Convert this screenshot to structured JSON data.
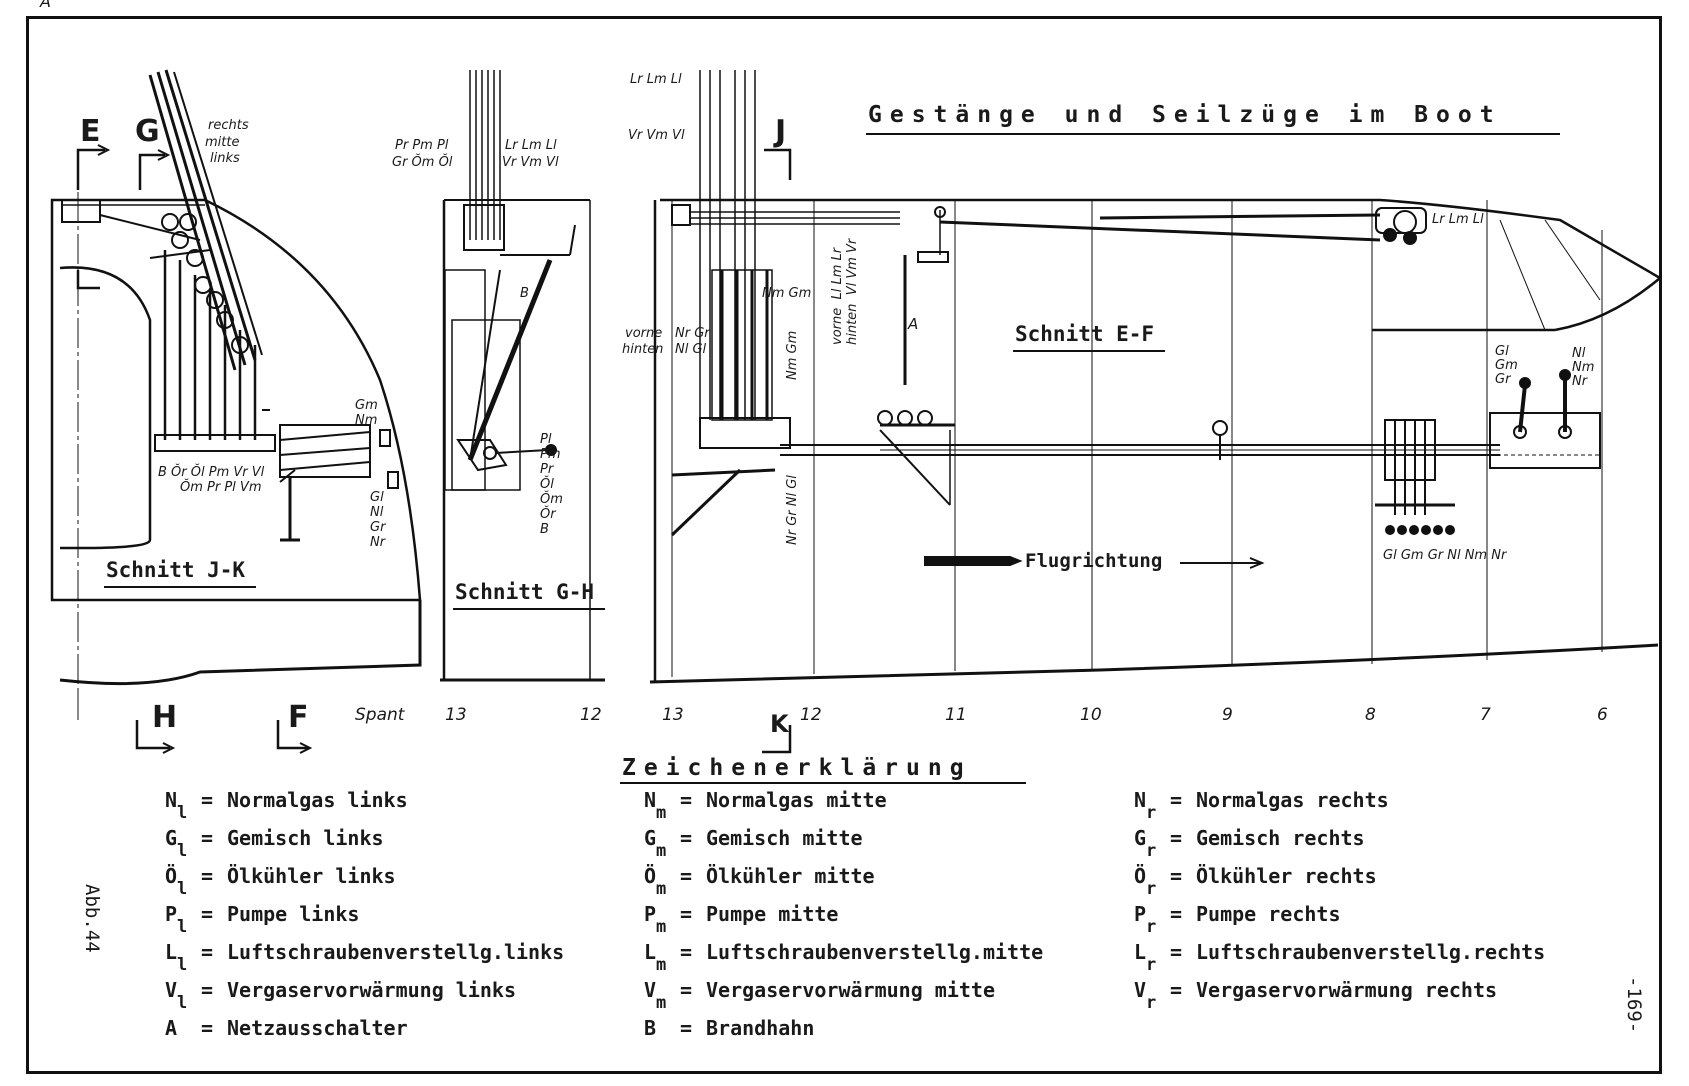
{
  "title": "Gestänge und Seilzüge im Boot",
  "corner_mark": "A",
  "sections": {
    "jk": "Schnitt J-K",
    "gh": "Schnitt G-H",
    "ef": "Schnitt E-F"
  },
  "cut_markers": {
    "E": "E",
    "G": "G",
    "J": "J",
    "H": "H",
    "F": "F",
    "K": "K",
    "A": "A"
  },
  "jk_labels": {
    "rechts": "rechts",
    "mitte": "mitte",
    "links": "links",
    "row1": "B  Ŏr  Ŏl  Pm  Vr  Vl",
    "row2": "Ŏm  Pr  Pl  Vm",
    "right_top": "Gm\nNm",
    "right_bottom": "Gl\nNl\nGr\nNr"
  },
  "gh_labels": {
    "top_left1": "Pr Pm Pl",
    "top_left2": "Gr Ŏm Ŏl",
    "top_right1": "Lr Lm Ll",
    "top_right2": "Vr Vm Vl",
    "b": "B",
    "right_list": "Pl\nPm\nPr\nŎl\nŎm\nŎr\nB"
  },
  "ef_labels": {
    "top1": "Lr Lm Ll",
    "top2": "Vr Vm Vl",
    "vorne": "vorne",
    "hinten": "hinten",
    "nr_gr": "Nr Gr",
    "nl_gl": "Nl Gl",
    "nm_gm": "Nm Gm",
    "nm_gm_v": "Nm  Gm",
    "vertical_left": "Nr Gr Nl Gl",
    "vorne_hinten_v": "vorne  Ll Lm Lr\nhinten  Vl Vm Vr",
    "right_top": "Lr Lm Ll",
    "lever_left": "Gl\nGm\nGr",
    "lever_right": "Nl\nNm\nNr",
    "bottom_row": "Gl Gm Gr Nl Nm Nr",
    "flugrichtung": "Flugrichtung"
  },
  "spant": {
    "label": "Spant",
    "numbers": [
      "13",
      "12",
      "13",
      "12",
      "11",
      "10",
      "9",
      "8",
      "7",
      "6"
    ]
  },
  "legend": {
    "heading": "Zeichenerklärung",
    "col1": [
      {
        "sym": "N",
        "sub": "l",
        "eq": "=",
        "text": "Normalgas links"
      },
      {
        "sym": "G",
        "sub": "l",
        "eq": "=",
        "text": "Gemisch links"
      },
      {
        "sym": "Ö",
        "sub": "l",
        "eq": "=",
        "text": "Ölkühler links"
      },
      {
        "sym": "P",
        "sub": "l",
        "eq": "=",
        "text": "Pumpe links"
      },
      {
        "sym": "L",
        "sub": "l",
        "eq": "=",
        "text": "Luftschraubenverstellg.links"
      },
      {
        "sym": "V",
        "sub": "l",
        "eq": "=",
        "text": "Vergaservorwärmung links"
      },
      {
        "sym": "A",
        "sub": "",
        "eq": "=",
        "text": "Netzausschalter"
      }
    ],
    "col2": [
      {
        "sym": "N",
        "sub": "m",
        "eq": "=",
        "text": "Normalgas mitte"
      },
      {
        "sym": "G",
        "sub": "m",
        "eq": "=",
        "text": "Gemisch mitte"
      },
      {
        "sym": "Ö",
        "sub": "m",
        "eq": "=",
        "text": "Ölkühler mitte"
      },
      {
        "sym": "P",
        "sub": "m",
        "eq": "=",
        "text": "Pumpe mitte"
      },
      {
        "sym": "L",
        "sub": "m",
        "eq": "=",
        "text": "Luftschraubenverstellg.mitte"
      },
      {
        "sym": "V",
        "sub": "m",
        "eq": "=",
        "text": "Vergaservorwärmung mitte"
      },
      {
        "sym": "B",
        "sub": "",
        "eq": "=",
        "text": "Brandhahn"
      }
    ],
    "col3": [
      {
        "sym": "N",
        "sub": "r",
        "eq": "=",
        "text": "Normalgas rechts"
      },
      {
        "sym": "G",
        "sub": "r",
        "eq": "=",
        "text": "Gemisch rechts"
      },
      {
        "sym": "Ö",
        "sub": "r",
        "eq": "=",
        "text": "Ölkühler rechts"
      },
      {
        "sym": "P",
        "sub": "r",
        "eq": "=",
        "text": "Pumpe rechts"
      },
      {
        "sym": "L",
        "sub": "r",
        "eq": "=",
        "text": "Luftschraubenverstellg.rechts"
      },
      {
        "sym": "V",
        "sub": "r",
        "eq": "=",
        "text": "Vergaservorwärmung rechts"
      }
    ]
  },
  "figure_id": "Abb.44",
  "page_number": "-169-"
}
